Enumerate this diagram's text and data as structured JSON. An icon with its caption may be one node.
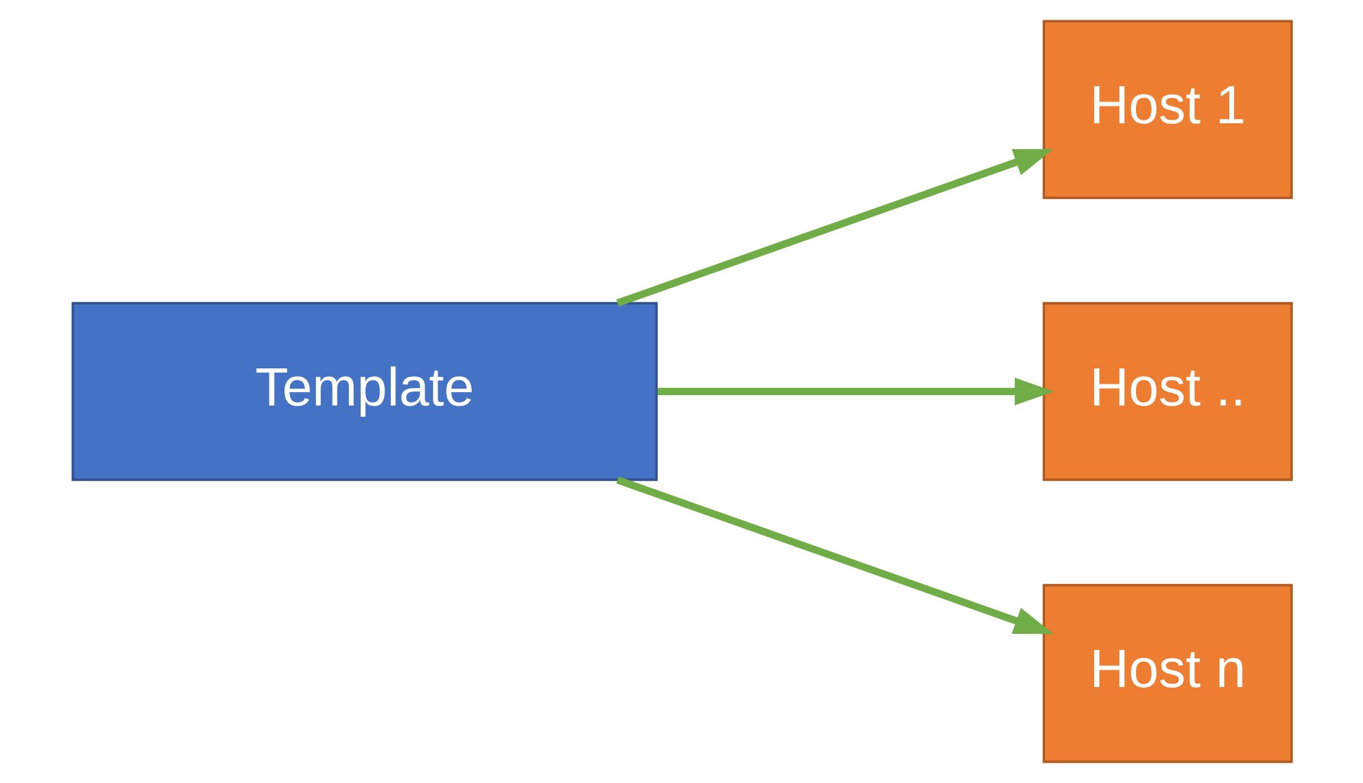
{
  "diagram": {
    "nodes": [
      {
        "text": [
          "Template"
        ]
      },
      {
        "text": [
          "Host 1"
        ]
      },
      {
        "text": [
          "Host .."
        ]
      },
      {
        "text": [
          "Host n"
        ]
      }
    ],
    "edges": [
      {
        "from": 0,
        "to": 1,
        "arrow": "to"
      },
      {
        "from": 0,
        "to": 2,
        "arrow": "to"
      },
      {
        "from": 0,
        "to": 3,
        "arrow": "to"
      }
    ]
  }
}
